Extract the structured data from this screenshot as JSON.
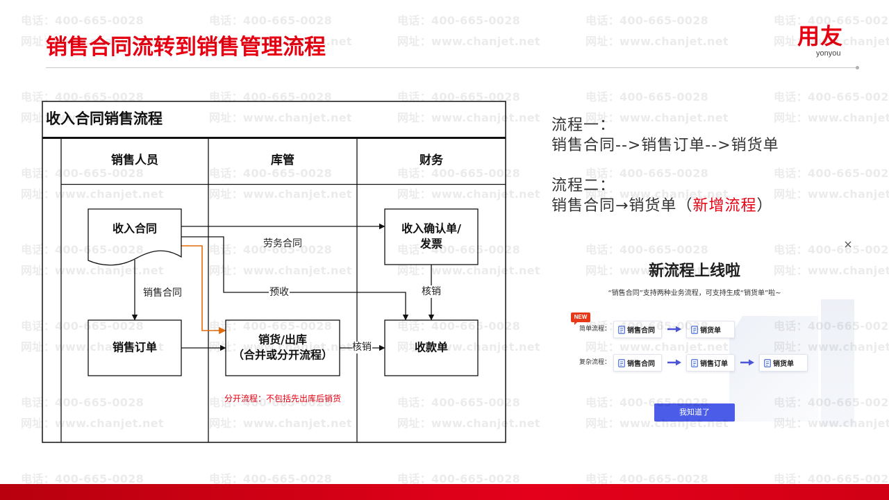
{
  "slide": {
    "title": "销售合同流转到销售管理流程",
    "colors": {
      "brand_red": "#e60012",
      "orange_path": "#e36c09",
      "button_blue": "#4a5ce8",
      "arrow_blue": "#4b55d6"
    }
  },
  "logo": {
    "mark": "用友",
    "wordmark": "yonyou"
  },
  "watermark": {
    "phone": "电话：400-665-0028",
    "website": "网址：www.chanjet.net"
  },
  "diagram": {
    "title": "收入合同销售流程",
    "lanes": [
      "销售人员",
      "库管",
      "财务"
    ],
    "nodes": {
      "income_contract": "收入合同",
      "revenue_confirmation": [
        "收入确认单/",
        "发票"
      ],
      "sales_order": "销售订单",
      "delivery": [
        "销货/出库",
        "（合并或分开流程）"
      ],
      "receipt": "收款单"
    },
    "edges": {
      "labor_contract": "劳务合同",
      "advance_receipt": "预收",
      "sales_contract": "销售合同",
      "write_off_delivery": "核销",
      "write_off_confirmation": "核销"
    },
    "note": "分开流程：不包括先出库后销货"
  },
  "flows": {
    "flow1_title": "流程一：",
    "flow1_path": "销售合同-->销售订单-->销货单",
    "flow2_title": "流程二：",
    "flow2_path": "销售合同→销货单",
    "flow2_open": "（",
    "flow2_highlight": "新增流程",
    "flow2_close": "）"
  },
  "dialog": {
    "close_icon": "close-icon",
    "title": "新流程上线啦",
    "subtitle": "“销售合同”支持两种业务流程，可支持生成“销货单”啦~",
    "badge": "NEW",
    "simple": {
      "label": "简单流程：",
      "steps": [
        "销售合同",
        "销货单"
      ]
    },
    "complex": {
      "label": "复杂流程：",
      "steps": [
        "销售合同",
        "销售订单",
        "销货单"
      ]
    },
    "step_icon": "document-icon",
    "arrow_icon": "arrow-right-icon",
    "button": "我知道了"
  }
}
